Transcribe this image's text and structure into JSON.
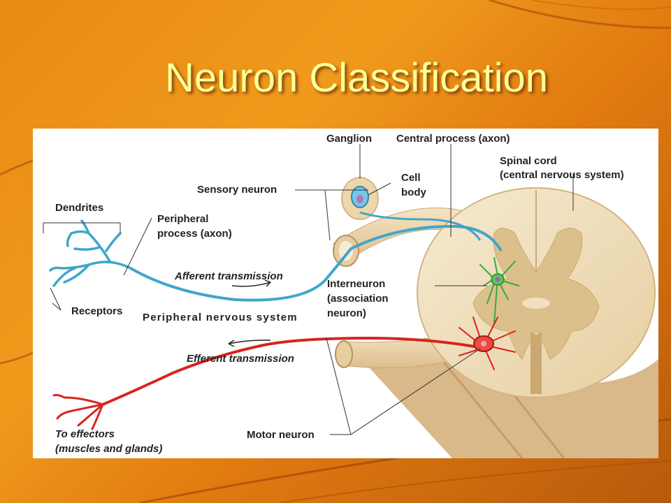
{
  "slide": {
    "title": "Neuron Classification"
  },
  "labels": {
    "ganglion": "Ganglion",
    "central_process": "Central process (axon)",
    "spinal_cord_1": "Spinal cord",
    "spinal_cord_2": "(central nervous system)",
    "cell_body_1": "Cell",
    "cell_body_2": "body",
    "sensory_neuron": "Sensory neuron",
    "dendrites": "Dendrites",
    "peripheral_process_1": "Peripheral",
    "peripheral_process_2": "process (axon)",
    "afferent": "Afferent  transmission",
    "interneuron_1": "Interneuron",
    "interneuron_2": "(association",
    "interneuron_3": "neuron)",
    "receptors": "Receptors",
    "pns": "Peripheral nervous system",
    "efferent": "Efferent  transmission",
    "effectors_1": "To  effectors",
    "effectors_2": "(muscles  and  glands)",
    "motor_neuron": "Motor neuron"
  },
  "colors": {
    "sensory": "#3fa6c9",
    "motor": "#d8241f",
    "interneuron": "#3aa83a",
    "cord": "#f3e6c8",
    "grey_matter": "#dcc08c",
    "title": "#ffff99"
  }
}
